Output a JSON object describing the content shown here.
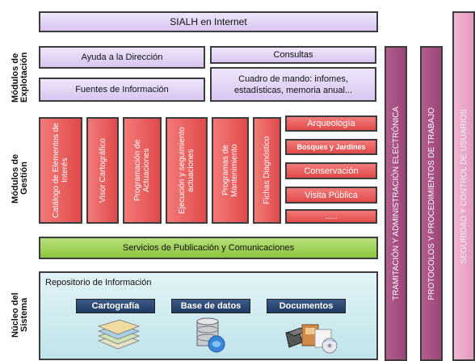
{
  "top_banner": "SIALH en Internet",
  "layers": {
    "explotacion": "Módulos de\nExplotación",
    "gestion": "Módulos de\nGestión",
    "nucleo": "Núcleo del\nSistema"
  },
  "explotacion": {
    "ayuda": "Ayuda a la Dirección",
    "consultas": "Consultas",
    "fuentes": "Fuentes de Información",
    "cuadro": "Cuadro de mando: infomes, estadísticas, memoria anual..."
  },
  "gestion_columns": [
    "Catálogo de Elementos de Interés",
    "Visor Cartográfico",
    "Programación de Actuaciones",
    "Ejecución y seguimiento actuaciones",
    "Programas de Mantenimiento",
    "Fichas Diagnóstico"
  ],
  "gestion_modules": [
    "Arqueología",
    "Bosques y Jardines",
    "Conservación",
    "Visita Pública",
    "....."
  ],
  "servicios": "Servicios de Publicación y Comunicaciones",
  "repositorio": {
    "title": "Repositorio de Información",
    "buttons": [
      "Cartografía",
      "Base de datos",
      "Documentos"
    ]
  },
  "right_columns": [
    "TRAMITACIÓN Y ADMINISTRACIÓN ELECTRÓNICA",
    "PROTOCOLOS Y PROCEDIMIENTOS DE TRABAJO",
    "SEGURIDAD Y CONTROL DE USUARIOS"
  ],
  "colors": {
    "lavender": "#d8c6f0",
    "red": "#e04a4a",
    "green": "#8cc43e",
    "teal": "#bfe4ea",
    "mauve": "#a84f82",
    "pink": "#e9a9c9",
    "navy": "#1f3a63"
  }
}
